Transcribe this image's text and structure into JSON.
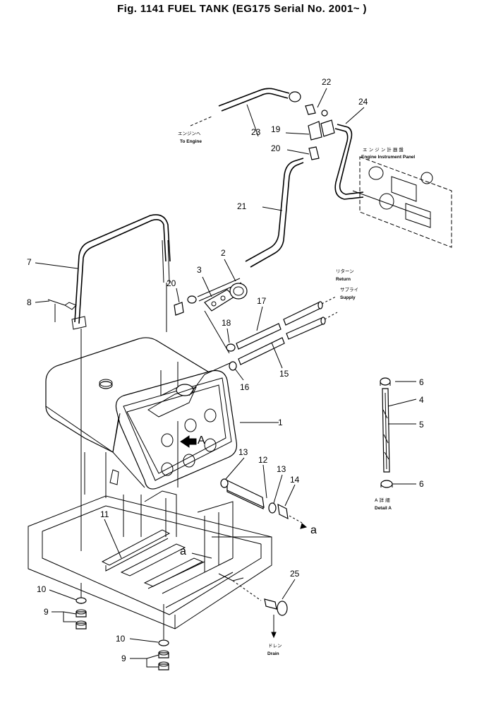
{
  "title": "Fig. 1141  FUEL TANK  (EG175 Serial No. 2001~ )",
  "callouts": {
    "n1": "1",
    "n2": "2",
    "n3": "3",
    "n4": "4",
    "n5": "5",
    "n6a": "6",
    "n6b": "6",
    "n7": "7",
    "n8": "8",
    "n9a": "9",
    "n9b": "9",
    "n10a": "10",
    "n10b": "10",
    "n11": "11",
    "n12": "12",
    "n13a": "13",
    "n13b": "13",
    "n14": "14",
    "n15": "15",
    "n16": "16",
    "n17": "17",
    "n18": "18",
    "n19": "19",
    "n20a": "20",
    "n20b": "20",
    "n21": "21",
    "n22": "22",
    "n23": "23",
    "n24": "24",
    "n25": "25"
  },
  "notes": {
    "to_engine_jp": "エンジンへ",
    "to_engine_en": "To Engine",
    "panel_jp": "エ ン ジ ン 計 器 盤",
    "panel_en": "Engine Instrument Panel",
    "return_jp": "リターン",
    "return_en": "Return",
    "supply_jp": "サプライ",
    "supply_en": "Supply",
    "drain_jp": "ドレン",
    "drain_en": "Drain",
    "detail_jp": "A 詳 細",
    "detail_en": "Detail A",
    "view_a": "A",
    "mark_a1": "a",
    "mark_a2": "a"
  }
}
